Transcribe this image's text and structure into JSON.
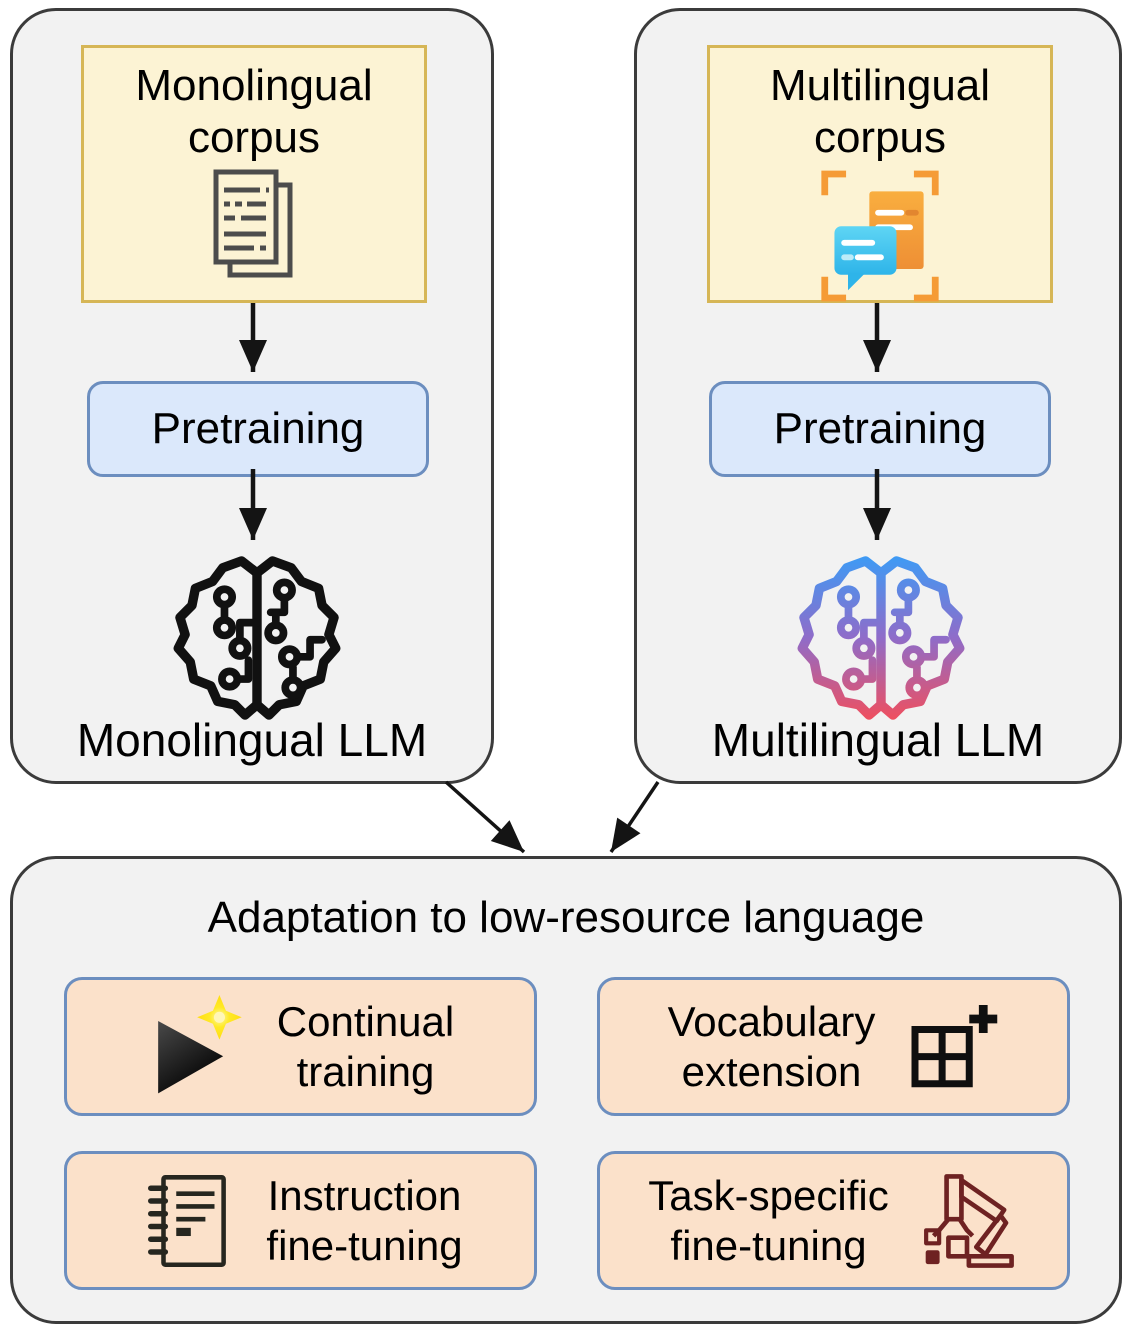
{
  "colors": {
    "panel_fill": "#F2F2F2",
    "panel_border": "#3B3B3B",
    "corpus_fill": "#FCF3D4",
    "corpus_border": "#D6B656",
    "pretraining_fill": "#DBE8FB",
    "pretraining_border": "#6C8EBF",
    "method_fill": "#FBE1CA",
    "method_border": "#6C8EBF",
    "arrow": "#141414",
    "brain_black": "#111111",
    "brain_gradient_top": "#3D9BF5",
    "brain_gradient_mid": "#8F6CC9",
    "brain_gradient_bottom": "#F04F5E",
    "document_gray": "#4C4C4C",
    "doc_orange": "#F49D3B",
    "bubble_cyan": "#3FC3ED",
    "bracket_orange": "#F59B36",
    "sparkle_yellow": "#FFE117",
    "crane_maroon": "#6E2222"
  },
  "panels": {
    "monolingual": {
      "corpus_line1": "Monolingual",
      "corpus_line2": "corpus",
      "corpus_icon": "documents-icon",
      "pretraining_label": "Pretraining",
      "llm_icon": "brain-circuit-icon",
      "llm_label": "Monolingual LLM"
    },
    "multilingual": {
      "corpus_line1": "Multilingual",
      "corpus_line2": "corpus",
      "corpus_icon": "translation-chat-icon",
      "pretraining_label": "Pretraining",
      "llm_icon": "brain-circuit-gradient-icon",
      "llm_label": "Multilingual LLM"
    },
    "adaptation": {
      "title": "Adaptation to low-resource language",
      "methods": [
        {
          "line1": "Continual",
          "line2": "training",
          "icon": "play-sparkle-icon"
        },
        {
          "line1": "Vocabulary",
          "line2": "extension",
          "icon": "grid-plus-icon"
        },
        {
          "line1": "Instruction",
          "line2": "fine-tuning",
          "icon": "spiral-notebook-icon"
        },
        {
          "line1": "Task-specific",
          "line2": "fine-tuning",
          "icon": "crane-arm-icon"
        }
      ]
    }
  }
}
